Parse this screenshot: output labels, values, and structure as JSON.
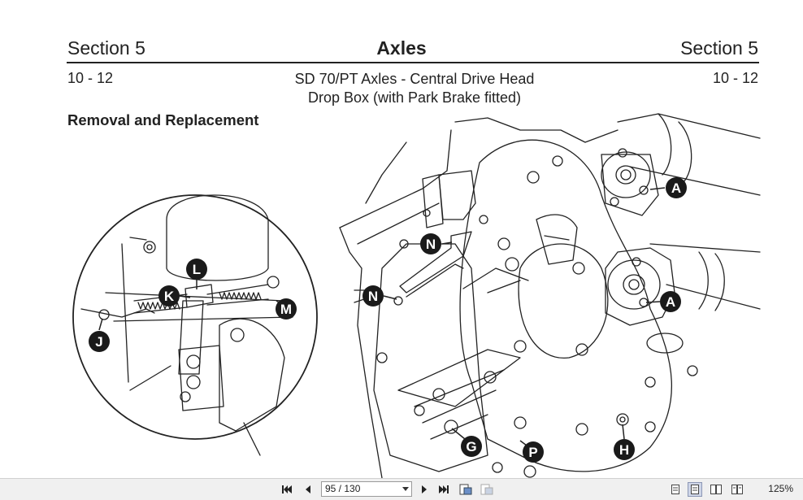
{
  "header": {
    "section_left": "Section 5",
    "title": "Axles",
    "section_right": "Section 5",
    "page_left": "10 - 12",
    "page_right": "10 - 12",
    "subtitle_line1": "SD 70/PT Axles - Central Drive Head",
    "subtitle_line2": "Drop Box (with Park Brake fitted)"
  },
  "heading": "Removal and Replacement",
  "callouts": {
    "A1": "A",
    "A2": "A",
    "N1": "N",
    "N2": "N",
    "G": "G",
    "P": "P",
    "H": "H",
    "L": "L",
    "K": "K",
    "M": "M",
    "J": "J"
  },
  "toolbar": {
    "page_value": "95 / 130",
    "zoom": "125%"
  }
}
